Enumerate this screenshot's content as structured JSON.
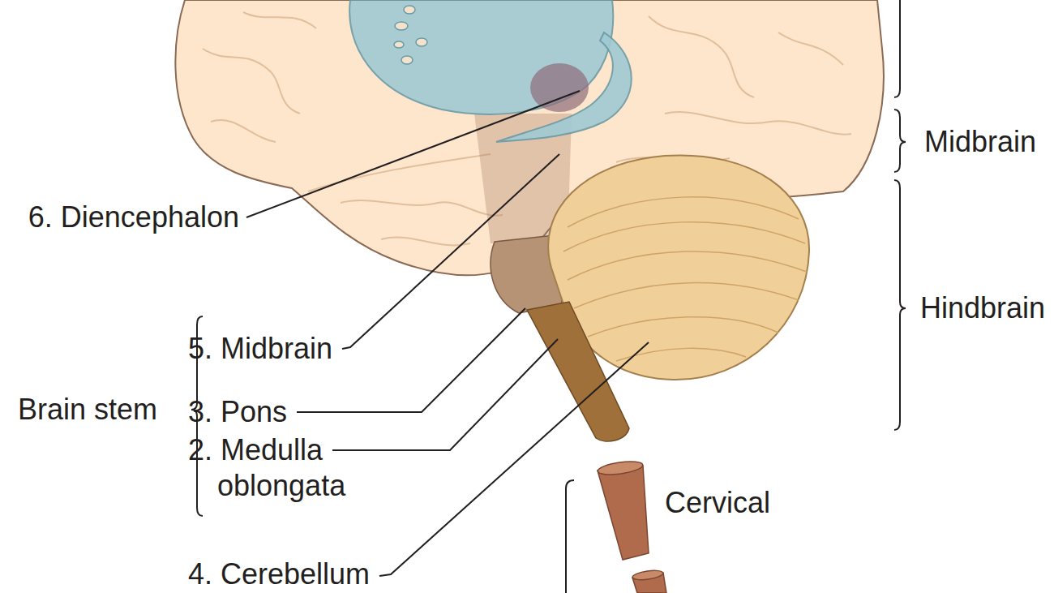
{
  "diagram": {
    "labels": [
      "Midbrain",
      "6. Diencephalon",
      "Hindbrain",
      "5. Midbrain",
      "Brain stem",
      "3. Pons",
      "2. Medulla oblongata",
      "Cervical",
      "4. Cerebellum"
    ]
  }
}
